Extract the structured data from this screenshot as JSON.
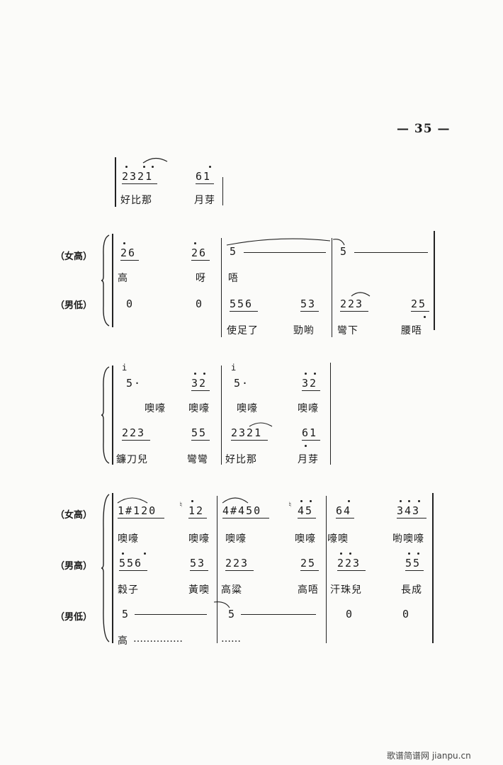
{
  "page": {
    "number": "— 35 —"
  },
  "watermark": "歌谱简谱网 jianpu.cn",
  "voices": {
    "female_high": "（女高）",
    "male_low": "（男低）",
    "male_high": "（男高）"
  },
  "system1": {
    "notes": [
      "2321",
      "61"
    ],
    "lyrics": [
      "好比那",
      "月芽"
    ]
  },
  "system2": {
    "female_notes": [
      "26",
      "26",
      "5",
      "5"
    ],
    "female_lyrics": [
      "高",
      "呀",
      "唔"
    ],
    "male_notes": [
      "0",
      "0",
      "556",
      "53",
      "223",
      "25"
    ],
    "male_lyrics": [
      "使足了",
      "勁喲",
      "彎下",
      "腰唔"
    ]
  },
  "system3": {
    "upper_notes": [
      "5·",
      "32",
      "5·",
      "32"
    ],
    "upper_grace": [
      "i",
      "i"
    ],
    "upper_lyrics": [
      "噢嚎",
      "噢嚎",
      "噢嚎",
      "噢嚎"
    ],
    "lower_notes": [
      "223",
      "55",
      "2321",
      "61"
    ],
    "lower_lyrics": [
      "鐮刀兒",
      "彎彎",
      "好比那",
      "月芽"
    ]
  },
  "system4": {
    "female_notes": [
      "1#120",
      "12",
      "4#450",
      "45",
      "64",
      "343"
    ],
    "female_lyrics": [
      "噢嚎",
      "噢嚎",
      "噢嚎",
      "噢嚎",
      "嚎噢",
      "喲噢嚎"
    ],
    "male_high_notes": [
      "556",
      "53",
      "223",
      "25",
      "223",
      "55"
    ],
    "male_high_lyrics": [
      "穀子",
      "黃噢",
      "高粱",
      "高唔",
      "汗珠兒",
      "長成"
    ],
    "male_low_notes": [
      "5",
      "5",
      "0",
      "0"
    ],
    "male_low_lyrics": [
      "高",
      "……………",
      "……"
    ]
  }
}
